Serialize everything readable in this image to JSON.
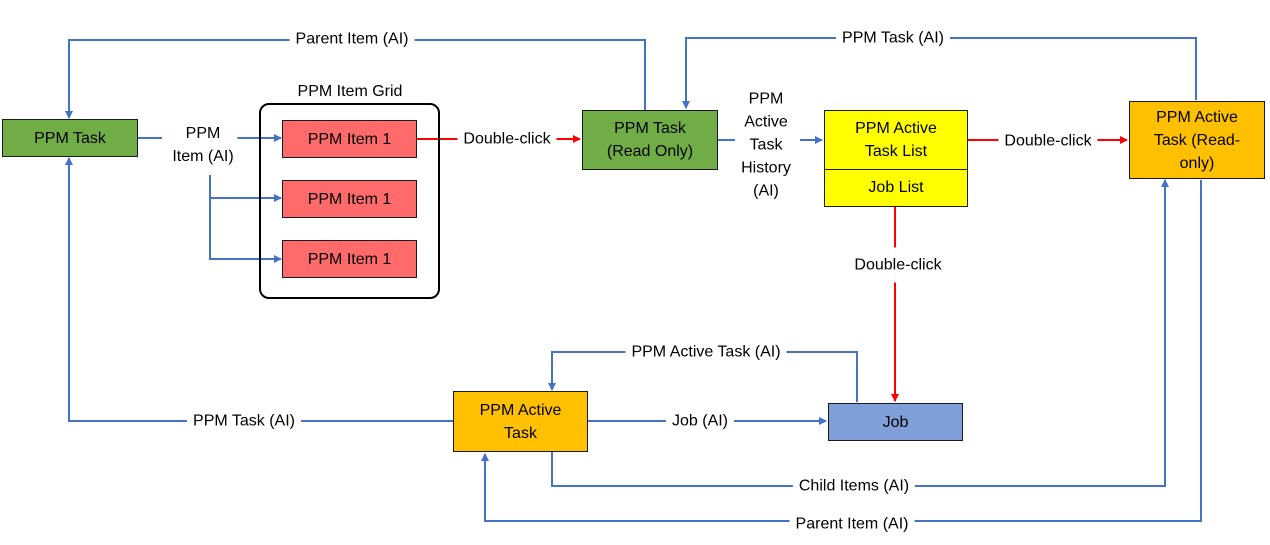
{
  "nodes": {
    "ppm_task": "PPM Task",
    "ppm_item_1a": "PPM Item 1",
    "ppm_item_1b": "PPM Item 1",
    "ppm_item_1c": "PPM Item 1",
    "ppm_task_ro_line1": "PPM Task",
    "ppm_task_ro_line2": "(Read Only)",
    "active_task_list": "PPM Active Task List",
    "job_list": "Job List",
    "active_task_ro": "PPM Active Task (Read-only)",
    "active_task": "PPM Active Task",
    "job": "Job"
  },
  "group": {
    "title": "PPM Item Grid"
  },
  "edges": {
    "parent_item_top": "Parent Item (AI)",
    "ppm_item_ai_line1": "PPM",
    "ppm_item_ai_line2": "Item (AI)",
    "double_click_1": "Double-click",
    "active_history_l1": "PPM",
    "active_history_l2": "Active",
    "active_history_l3": "Task",
    "active_history_l4": "History",
    "active_history_l5": "(AI)",
    "ppm_task_ai_top": "PPM Task (AI)",
    "double_click_2": "Double-click",
    "double_click_3": "Double-click",
    "ppm_active_task_ai": "PPM Active Task (AI)",
    "ppm_task_ai_bottom": "PPM Task (AI)",
    "job_ai": "Job (AI)",
    "child_items_ai": "Child Items (AI)",
    "parent_item_bottom": "Parent Item (AI)"
  },
  "colors": {
    "blue_line": "#4472c4",
    "red_line": "#ff0000",
    "green": "#70ad47",
    "red_box": "#ff6b6b",
    "yellow": "#ffff00",
    "orange": "#ffc000",
    "blue_box": "#7f9fd8"
  }
}
